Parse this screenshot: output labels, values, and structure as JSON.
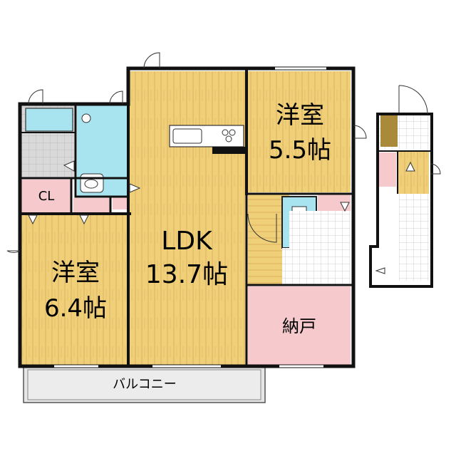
{
  "rooms": {
    "western_room_upper": {
      "name": "洋室",
      "size": "5.5帖"
    },
    "ldk": {
      "name": "LDK",
      "size": "13.7帖"
    },
    "western_room_left": {
      "name": "洋室",
      "size": "6.4帖"
    },
    "storage": {
      "name": "納戸"
    },
    "closet": {
      "name": "CL"
    },
    "balcony": {
      "name": "バルコニー"
    }
  },
  "colors": {
    "wood_floor": "#f0cf79",
    "wood_grain": "#d9a94c",
    "wall": "#111111",
    "wet_area": "#a7e4ef",
    "closet_pink": "#f6c9cc",
    "storage_pink": "#f6c9cc",
    "tile_gray": "#d8d8d8",
    "balcony_gray": "#e6e6e6",
    "stair_white": "#ffffff",
    "dark_storage": "#a88a3a"
  }
}
